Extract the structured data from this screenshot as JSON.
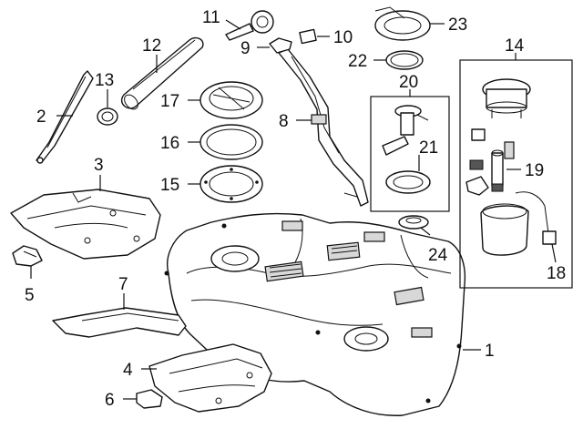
{
  "callouts": [
    {
      "id": "1",
      "text": "1"
    },
    {
      "id": "2",
      "text": "2"
    },
    {
      "id": "3",
      "text": "3"
    },
    {
      "id": "4",
      "text": "4"
    },
    {
      "id": "5",
      "text": "5"
    },
    {
      "id": "6",
      "text": "6"
    },
    {
      "id": "7",
      "text": "7"
    },
    {
      "id": "8",
      "text": "8"
    },
    {
      "id": "9",
      "text": "9"
    },
    {
      "id": "10",
      "text": "10"
    },
    {
      "id": "11",
      "text": "11"
    },
    {
      "id": "12",
      "text": "12"
    },
    {
      "id": "13",
      "text": "13"
    },
    {
      "id": "14",
      "text": "14"
    },
    {
      "id": "15",
      "text": "15"
    },
    {
      "id": "16",
      "text": "16"
    },
    {
      "id": "17",
      "text": "17"
    },
    {
      "id": "18",
      "text": "18"
    },
    {
      "id": "19",
      "text": "19"
    },
    {
      "id": "20",
      "text": "20"
    },
    {
      "id": "21",
      "text": "21"
    },
    {
      "id": "22",
      "text": "22"
    },
    {
      "id": "23",
      "text": "23"
    },
    {
      "id": "24",
      "text": "24"
    }
  ]
}
